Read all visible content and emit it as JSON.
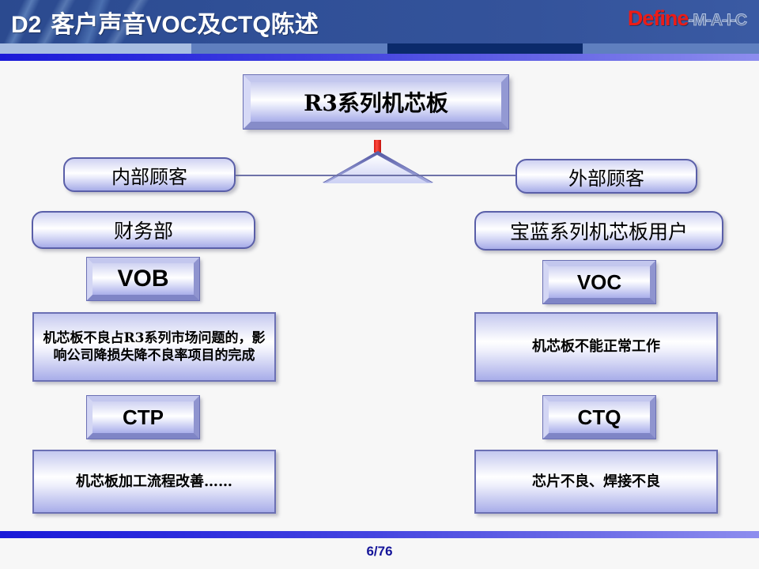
{
  "header": {
    "title_code": "D2",
    "title_text": "客户声音VOC及CTQ陈述",
    "dmaic_active": "Define",
    "dmaic_rest": "-M-A-I-C",
    "band_colors": [
      "#a8bee2",
      "#5f7fbf",
      "#0b2a6b",
      "#5f7fbf"
    ],
    "accent_red": "#ec1c17",
    "header_blue": "#2f4f96"
  },
  "diagram": {
    "product_box": "R3系列机芯板",
    "internal_customer": "内部顾客",
    "external_customer": "外部顾客",
    "left": {
      "department": "财务部",
      "voice_plate": "VOB",
      "description": "机芯板不良占R3系列市场问题的，影响公司降损失降不良率项目的完成",
      "critical_plate": "CTP",
      "outcome": "机芯板加工流程改善……"
    },
    "right": {
      "department": "宝蓝系列机芯板用户",
      "voice_plate": "VOC",
      "description": "机芯板不能正常工作",
      "critical_plate": "CTQ",
      "outcome": "芯片不良、焊接不良"
    }
  },
  "footer": {
    "page": "6/76",
    "page_color": "#141499"
  }
}
